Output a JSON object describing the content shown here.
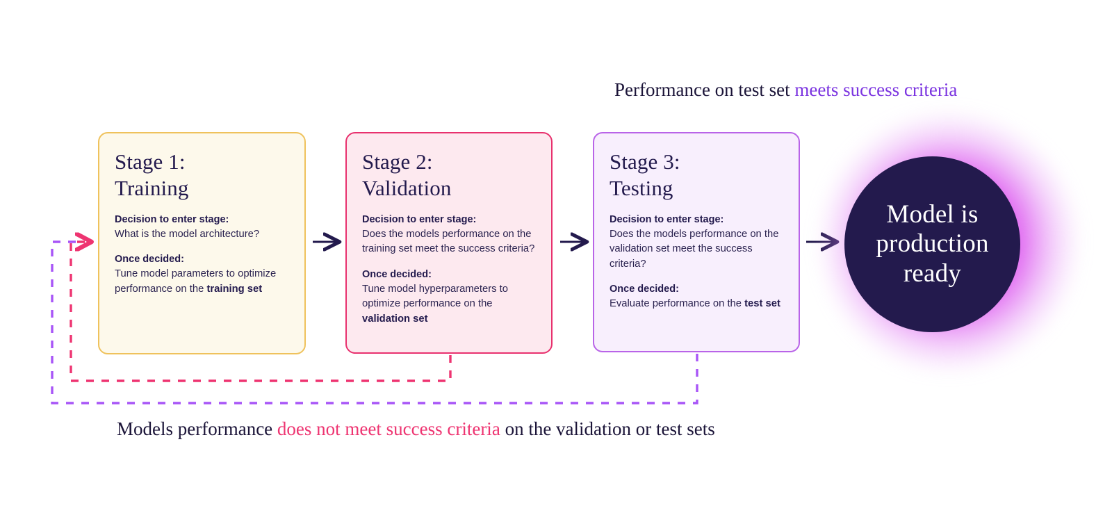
{
  "diagram": {
    "title_top": {
      "prefix": "Performance on test set ",
      "highlight": "meets success criteria",
      "highlight_color": "#7B34E0"
    },
    "caption_bottom": {
      "prefix": "Models performance ",
      "highlight": "does not meet success criteria",
      "suffix": " on the validation or test sets",
      "highlight_color": "#EE3471"
    },
    "stages": [
      {
        "title": "Stage 1:\nTraining",
        "decision_label": "Decision to enter stage:",
        "decision_text": "What is the model architecture?",
        "once_label": "Once decided:",
        "once_text": "Tune model parameters to optimize performance on the ",
        "once_emphasis": "training set",
        "fill": "#FDF9EB",
        "border": "#EFC25C"
      },
      {
        "title": "Stage 2:\nValidation",
        "decision_label": "Decision to enter stage:",
        "decision_text": "Does the models performance on the training set meet the success criteria?",
        "once_label": "Once decided:",
        "once_text": "Tune model hyperparameters to optimize performance on the ",
        "once_emphasis": "validation set",
        "fill": "#FDE9EF",
        "border": "#E8316E"
      },
      {
        "title": "Stage 3:\nTesting",
        "decision_label": "Decision to enter stage:",
        "decision_text": "Does the models performance on the validation set meet the success criteria?",
        "once_label": "Once decided:",
        "once_text": "Evaluate performance on the ",
        "once_emphasis": "test set",
        "fill": "#F8EFFD",
        "border": "#B964E8"
      }
    ],
    "outcome_node": {
      "label": "Model is production ready",
      "fill": "#231A4D",
      "glow_color": "#D83EEC"
    },
    "connectors": {
      "forward_arrow_color": "#231A4D",
      "feedback_validation_color": "#EE3471",
      "feedback_test_color": "#A855F7"
    }
  }
}
